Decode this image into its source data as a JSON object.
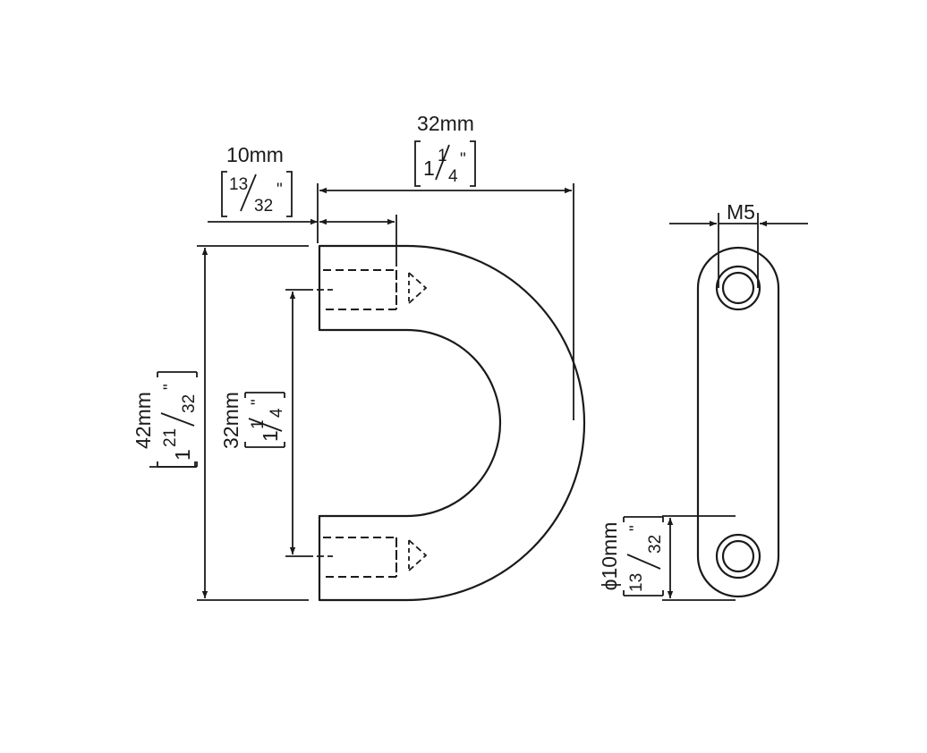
{
  "drawing": {
    "top_width": {
      "mm": "32mm",
      "whole": "1",
      "num": "1",
      "den": "4",
      "inch": "\""
    },
    "leg_length": {
      "mm": "10mm",
      "num": "13",
      "den": "32",
      "inch": "\""
    },
    "overall_height": {
      "mm": "42mm",
      "whole": "1",
      "num": "21",
      "den": "32",
      "inch": "\""
    },
    "hole_spacing": {
      "mm": "32mm",
      "whole": "1",
      "num": "1",
      "den": "4",
      "inch": "\""
    },
    "thread": {
      "label": "M5"
    },
    "diameter": {
      "mm": "ϕ10mm",
      "num": "13",
      "den": "32",
      "inch": "\""
    }
  }
}
